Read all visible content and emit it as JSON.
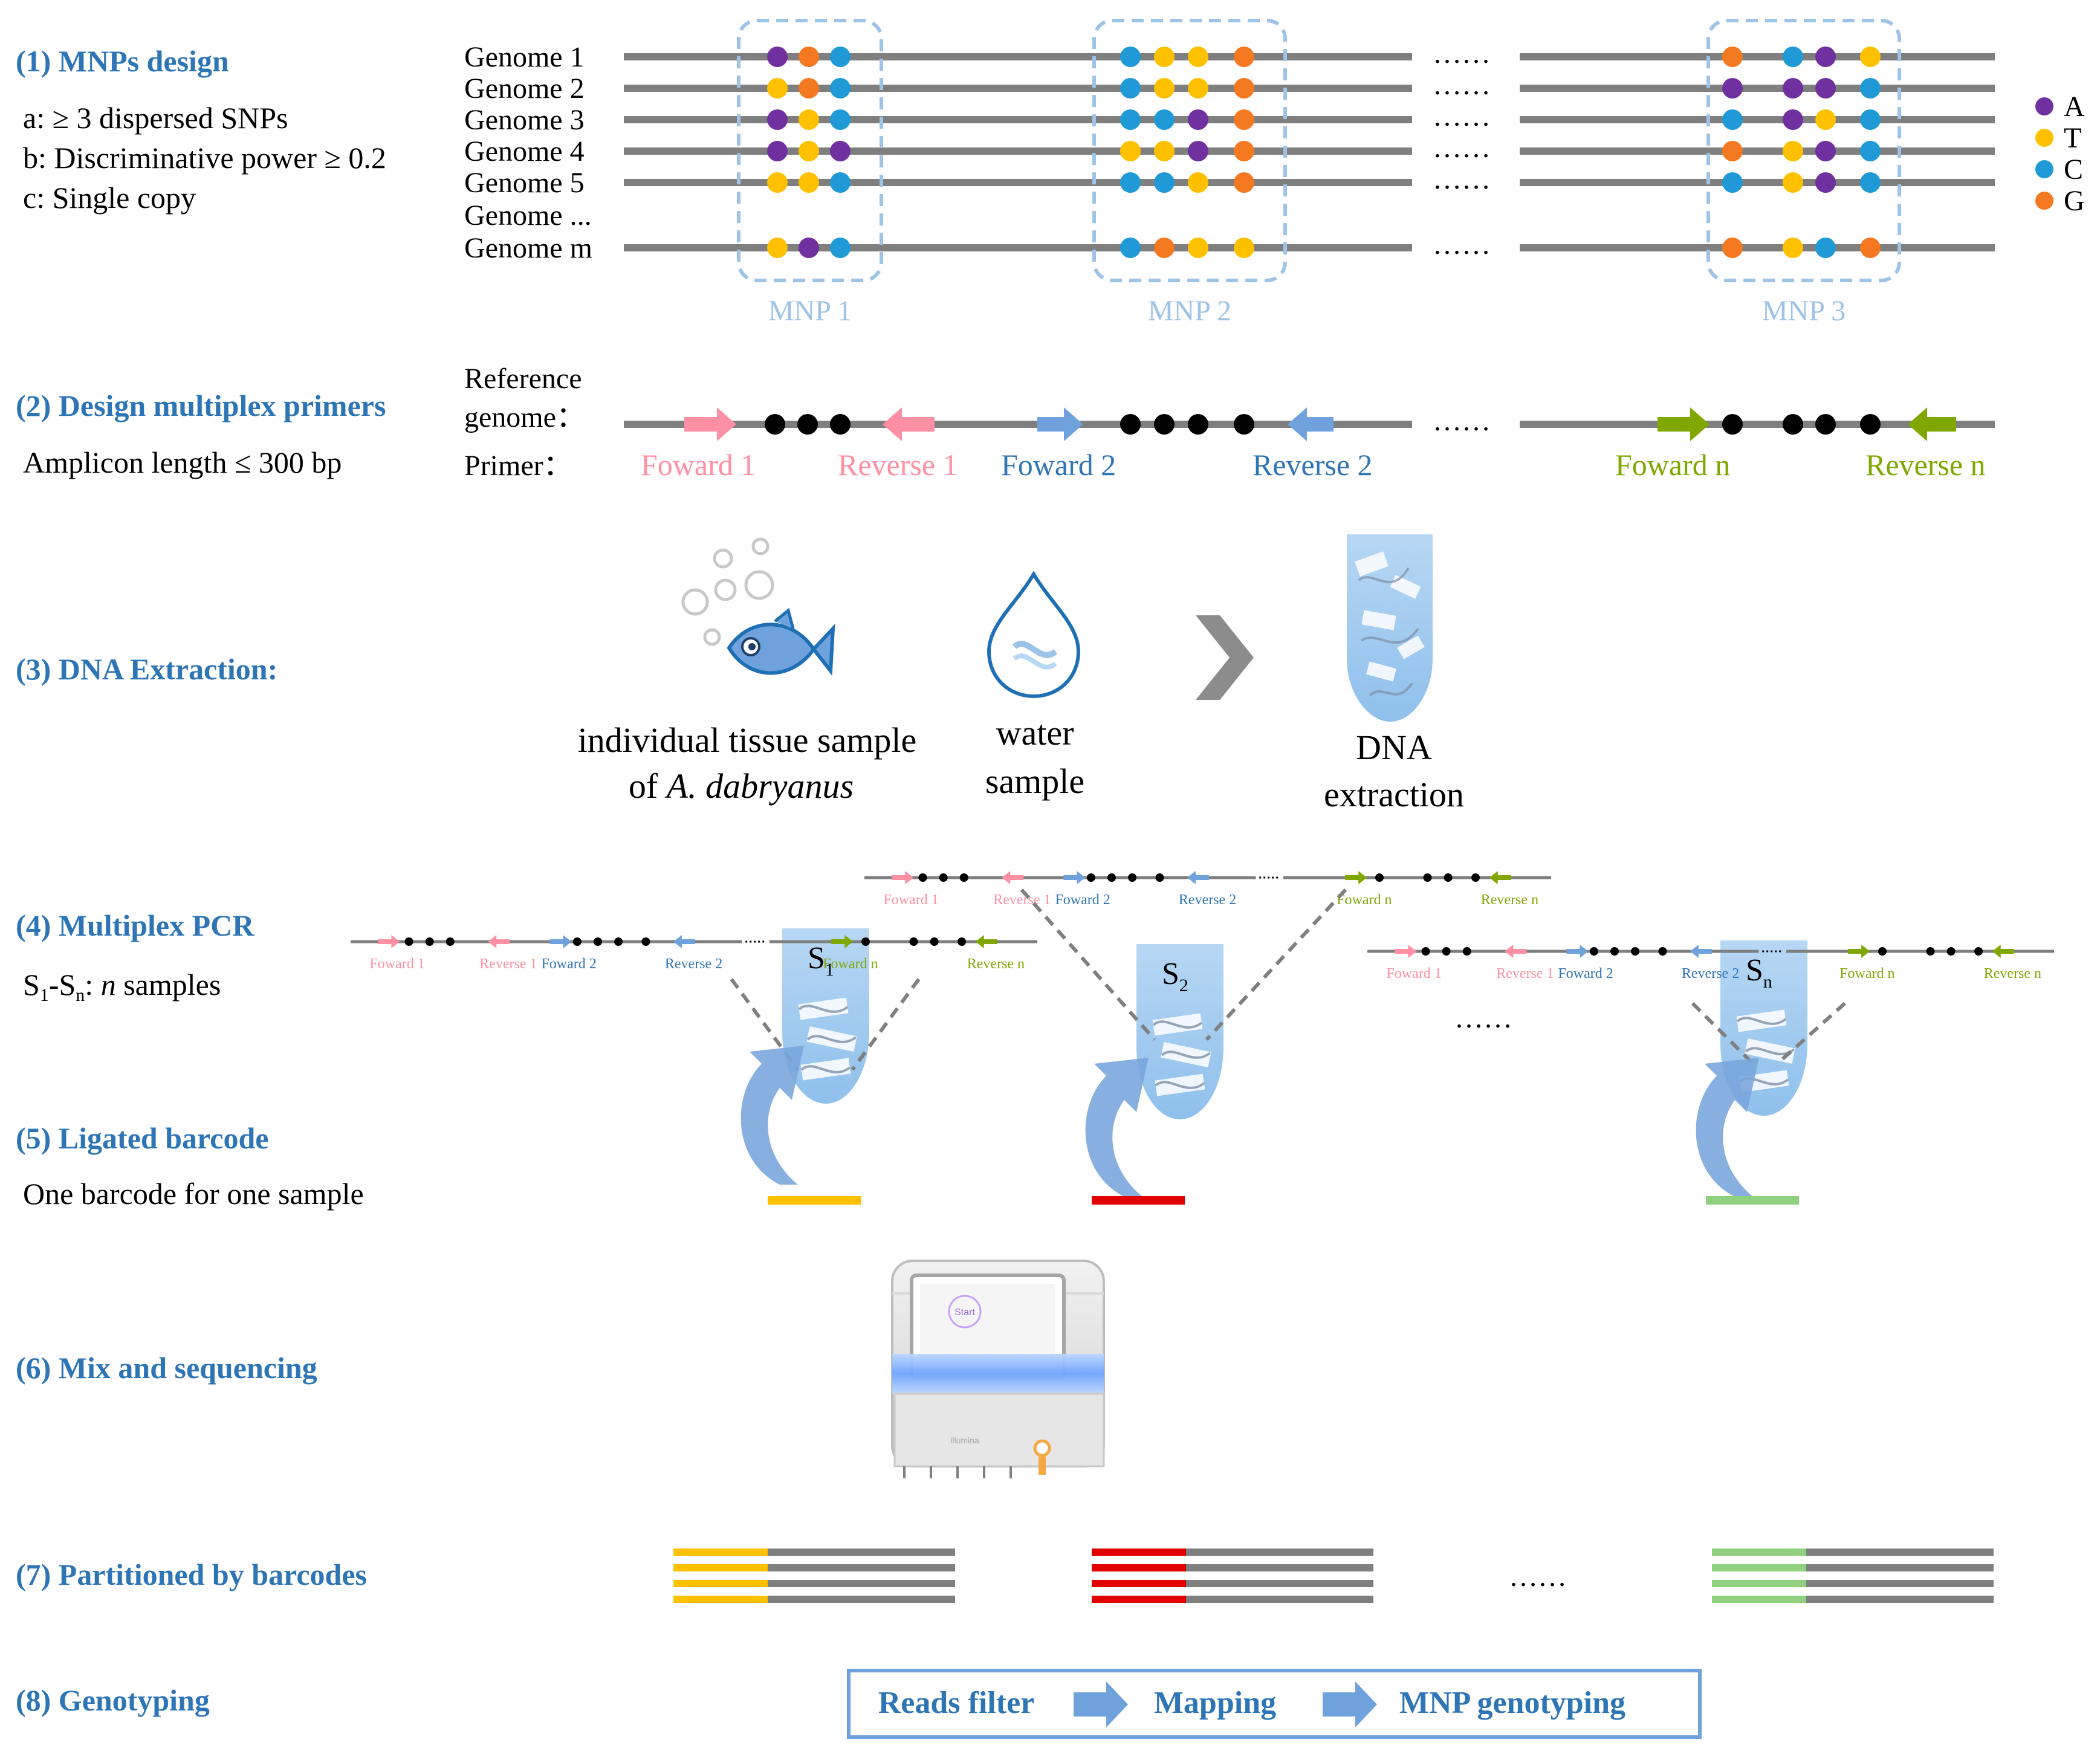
{
  "steps": {
    "s1": "(1) MNPs design",
    "s1_a": "a:  ≥ 3 dispersed SNPs",
    "s1_b": "b: Discriminative power ≥ 0.2",
    "s1_c": "c: Single copy",
    "s2": "(2) Design multiplex primers",
    "s2_a": "Amplicon length ≤ 300 bp",
    "s3": "(3) DNA Extraction:",
    "s4": "(4) Multiplex PCR",
    "s4_a_pre": "S",
    "s4_a_sub1": "1",
    "s4_a_mid": "-S",
    "s4_a_subn": "n",
    "s4_a_colon": ":  ",
    "s4_a_n": "n",
    "s4_a_post": " samples",
    "s5": "(5) Ligated barcode",
    "s5_a": "One barcode for one sample",
    "s6": "(6) Mix and sequencing",
    "s7": "(7) Partitioned by barcodes",
    "s8": "(8) Genotyping"
  },
  "genomes": [
    "Genome 1",
    "Genome 2",
    "Genome 3",
    "Genome 4",
    "Genome 5",
    "Genome ...",
    "Genome m"
  ],
  "mnp_labels": [
    "MNP 1",
    "MNP 2",
    "MNP 3"
  ],
  "legend": [
    {
      "base": "A",
      "color": "#7030a0"
    },
    {
      "base": "T",
      "color": "#ffc000"
    },
    {
      "base": "C",
      "color": "#1f9ad6"
    },
    {
      "base": "G",
      "color": "#f47920"
    }
  ],
  "ellipsis": "……",
  "snp_colors": {
    "mnp1": [
      [
        "A",
        "G",
        "C"
      ],
      [
        "T",
        "G",
        "C"
      ],
      [
        "A",
        "T",
        "C"
      ],
      [
        "A",
        "T",
        "A"
      ],
      [
        "T",
        "T",
        "C"
      ],
      [],
      [
        "T",
        "A",
        "C"
      ]
    ],
    "mnp2": [
      [
        "C",
        "T",
        "T",
        "G"
      ],
      [
        "C",
        "T",
        "T",
        "G"
      ],
      [
        "C",
        "C",
        "A",
        "G"
      ],
      [
        "T",
        "T",
        "A",
        "G"
      ],
      [
        "C",
        "C",
        "T",
        "G"
      ],
      [],
      [
        "C",
        "G",
        "T",
        "T"
      ]
    ],
    "mnp3": [
      [
        "G",
        "C",
        "A",
        "T"
      ],
      [
        "A",
        "A",
        "A",
        "C"
      ],
      [
        "C",
        "A",
        "T",
        "C"
      ],
      [
        "G",
        "T",
        "A",
        "C"
      ],
      [
        "C",
        "T",
        "A",
        "C"
      ],
      [],
      [
        "G",
        "T",
        "C",
        "G"
      ]
    ]
  },
  "primer_row": {
    "ref_line1": "Reference",
    "ref_line2": "genome：",
    "primer_label": "Primer：",
    "forward1": "Foward 1",
    "reverse1": "Reverse 1",
    "forward2": "Foward 2",
    "reverse2": "Reverse 2",
    "forwardn": "Foward n",
    "reversen": "Reverse n",
    "color1": "#ff8fa3",
    "color2": "#6fa2dc",
    "colorn": "#7fa700"
  },
  "extraction": {
    "tissue_line1": "individual tissue sample",
    "tissue_line2_pre": "of ",
    "tissue_line2_italic": "A. dabryanus",
    "water_line1": "water",
    "water_line2": "sample",
    "dna_line1": "DNA",
    "dna_line2": "extraction"
  },
  "tubes": [
    {
      "label": "S",
      "sub": "1",
      "barcode_color": "#ffc000"
    },
    {
      "label": "S",
      "sub": "2",
      "barcode_color": "#e00000"
    },
    {
      "label": "S",
      "sub": "n",
      "barcode_color": "#8fd17f"
    }
  ],
  "sequencer": {
    "screen_text": "Start",
    "brand": "illumina"
  },
  "genotyping": {
    "step1": "Reads filter",
    "step2": "Mapping",
    "step3": "MNP genotyping"
  }
}
